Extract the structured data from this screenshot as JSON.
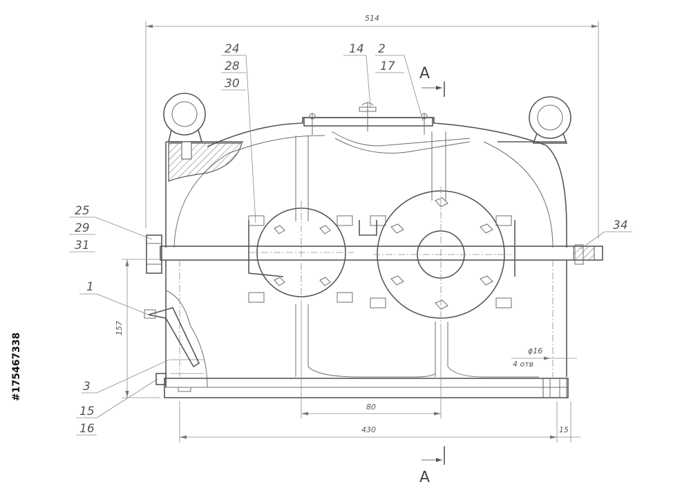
{
  "dimensions": {
    "overall_width": "514",
    "height": "157",
    "center_distance": "80",
    "base_width": "430",
    "base_offset": "15",
    "hole_diameter": "ϕ16",
    "hole_count": "4 отв"
  },
  "callouts": {
    "c24": "24",
    "c28": "28",
    "c30": "30",
    "c14": "14",
    "c2": "2",
    "c17": "17",
    "c25": "25",
    "c29": "29",
    "c31": "31",
    "c34": "34",
    "c1": "1",
    "c3": "3",
    "c15": "15",
    "c16": "16"
  },
  "section": {
    "top": "A",
    "bottom": "A"
  },
  "stock_id": "#175467338"
}
